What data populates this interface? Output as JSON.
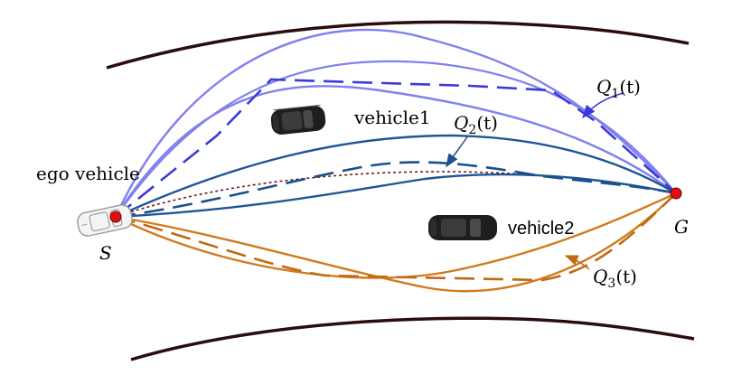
{
  "labels": {
    "ego": "ego vehicle",
    "vehicle1": "vehicle1",
    "vehicle2": "vehicle2",
    "start": "S",
    "goal": "G",
    "q1": {
      "base": "Q",
      "sub": "1",
      "arg": "(t)"
    },
    "q2": {
      "base": "Q",
      "sub": "2",
      "arg": "(t)"
    },
    "q3": {
      "base": "Q",
      "sub": "3",
      "arg": "(t)"
    }
  },
  "colors": {
    "road": "#2b0d0d",
    "group1_light": "#8080f0",
    "group1_dash": "#3a3ad8",
    "group2": "#1f5596",
    "group2_dash": "#1c4f8c",
    "group3": "#d27a1e",
    "reference": "#6b1a1a",
    "endpoint": "#e01010"
  },
  "icons": {
    "ego": "ego-car-outline-icon",
    "obstacle": "car-top-view-icon",
    "endpoint": "red-dot-icon"
  }
}
